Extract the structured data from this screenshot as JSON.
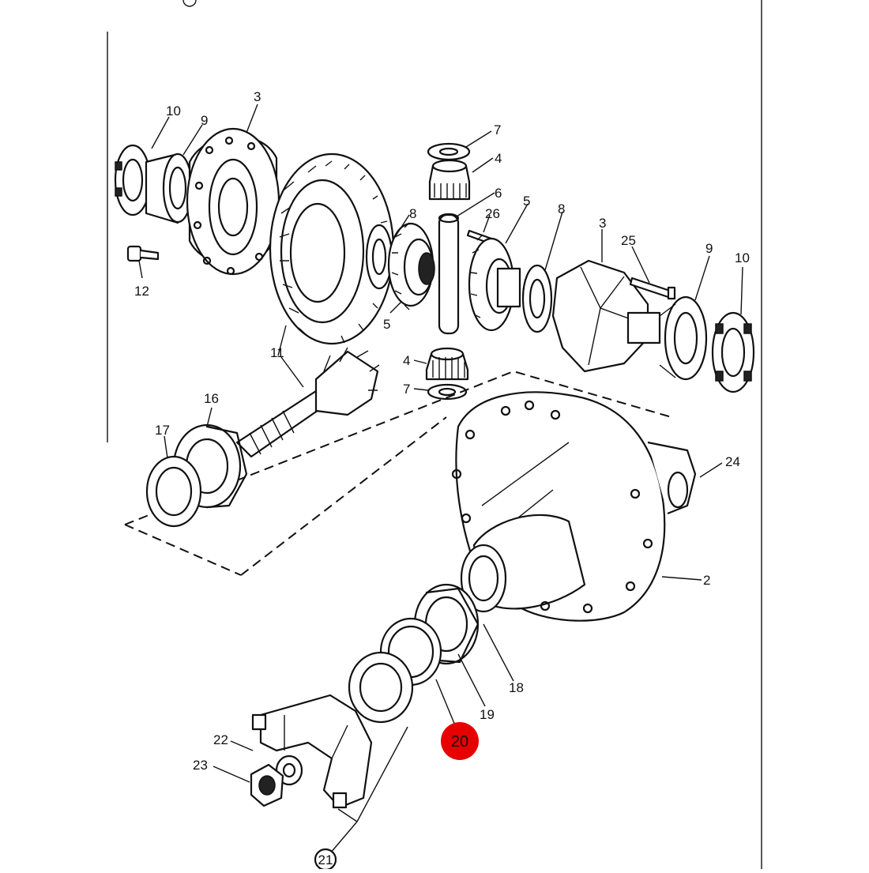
{
  "diagram": {
    "highlight_color": "#e60000",
    "highlighted_part": "20",
    "labels": {
      "p10a": "10",
      "p9a": "9",
      "p3a": "3",
      "p7a": "7",
      "p4a": "4",
      "p6": "6",
      "p26": "26",
      "p5a": "5",
      "p8a": "8",
      "p3b": "3",
      "p8b": "8",
      "p25": "25",
      "p9b": "9",
      "p10b": "10",
      "p12": "12",
      "p5b": "5",
      "p11": "11",
      "p4b": "4",
      "p7b": "7",
      "p16": "16",
      "p17": "17",
      "p24": "24",
      "p2": "2",
      "p18": "18",
      "p19": "19",
      "p20": "20",
      "p22": "22",
      "p23": "23",
      "p21": "21"
    }
  }
}
